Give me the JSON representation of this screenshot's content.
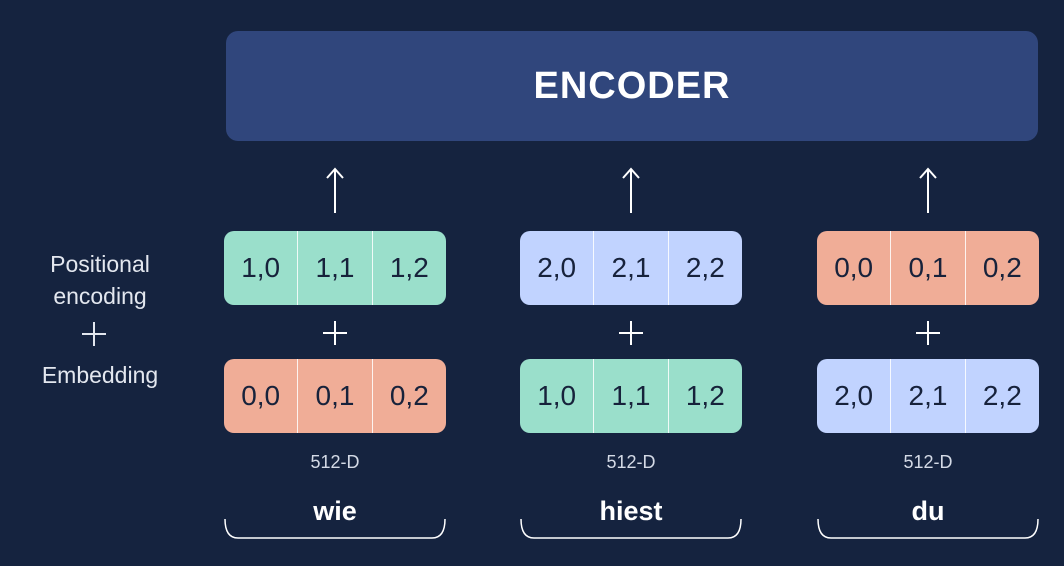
{
  "encoder": {
    "label": "ENCODER"
  },
  "legend": {
    "positional_line1": "Positional",
    "positional_line2": "encoding",
    "embedding": "Embedding"
  },
  "tokens": [
    {
      "word": "wie",
      "dimension": "512-D",
      "positional": [
        "1,0",
        "1,1",
        "1,2"
      ],
      "embedding": [
        "0,0",
        "0,1",
        "0,2"
      ],
      "positional_color": "#9adfcb",
      "embedding_color": "#f0ad97"
    },
    {
      "word": "hiest",
      "dimension": "512-D",
      "positional": [
        "2,0",
        "2,1",
        "2,2"
      ],
      "embedding": [
        "1,0",
        "1,1",
        "1,2"
      ],
      "positional_color": "#c1d3ff",
      "embedding_color": "#9adfcb"
    },
    {
      "word": "du",
      "dimension": "512-D",
      "positional": [
        "0,0",
        "0,1",
        "0,2"
      ],
      "embedding": [
        "2,0",
        "2,1",
        "2,2"
      ],
      "positional_color": "#f0ad97",
      "embedding_color": "#c1d3ff"
    }
  ],
  "colors": {
    "background": "#15233f",
    "encoder": "#30467c",
    "mint": "#9adfcb",
    "blue": "#c1d3ff",
    "salmon": "#f0ad97"
  }
}
